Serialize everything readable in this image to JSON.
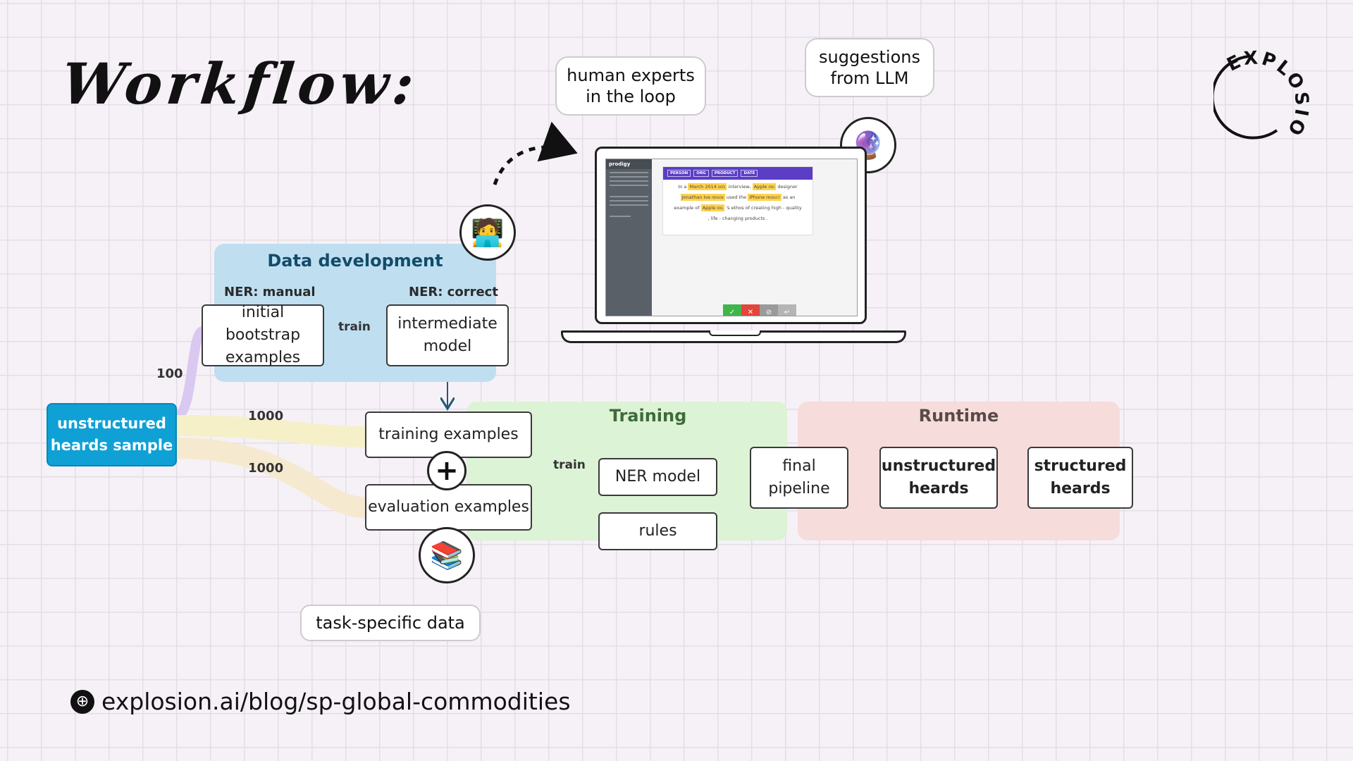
{
  "title": "Workflow:",
  "logo": {
    "text": "EXPLOSION"
  },
  "zones": {
    "data_development": "Data development",
    "training": "Training",
    "runtime": "Runtime"
  },
  "data_dev": {
    "manual_label": "NER: manual",
    "correct_label": "NER: correct",
    "bootstrap": "initial bootstrap examples",
    "intermediate": "intermediate model",
    "train_label": "train"
  },
  "source": {
    "label": "unstructured heards sample",
    "count_100": "100",
    "count_train": "1000",
    "count_eval": "1000"
  },
  "training": {
    "training_examples": "training examples",
    "evaluation_examples": "evaluation examples",
    "train_label": "train",
    "ner_model": "NER model",
    "rules": "rules"
  },
  "runtime": {
    "final_pipeline": "final pipeline",
    "unstructured": "unstructured heards",
    "structured": "structured heards"
  },
  "bubbles": {
    "human": "human experts in the loop",
    "llm": "suggestions from LLM",
    "task": "task-specific data"
  },
  "icons": {
    "human": "technologist-emoji",
    "llm": "crystal-ball-emoji",
    "books": "books-emoji"
  },
  "prodigy": {
    "app_name": "prodigy",
    "labels": [
      "PERSON",
      "ORG",
      "PRODUCT",
      "DATE"
    ],
    "text": {
      "w1": "In a",
      "e1": "March 2014",
      "t1": "DATE",
      "w2": "interview,",
      "e2": "Apple",
      "t2": "ORG",
      "w3": "designer",
      "e3": "Jonathan Ive",
      "t3": "PERSON",
      "w4": "used the",
      "e4": "iPhone",
      "t4": "PRODUCT",
      "w5": "as an",
      "w6": "example of",
      "e5": "Apple",
      "t5": "ORG",
      "w7": "'s ethos of creating high - quality",
      "w8": ", life - changing products ."
    },
    "colors": {
      "accent": "#5b3ec4",
      "accept": "#3fb64a",
      "reject": "#e2453c",
      "ignore": "#9a9a9a"
    }
  },
  "footer": {
    "url": "explosion.ai/blog/sp-global-commodities"
  },
  "colors": {
    "data_zone": "#bfdff1",
    "train_zone": "#dcf3d5",
    "run_zone": "#f7dcdc",
    "source": "#0fa0d6"
  }
}
